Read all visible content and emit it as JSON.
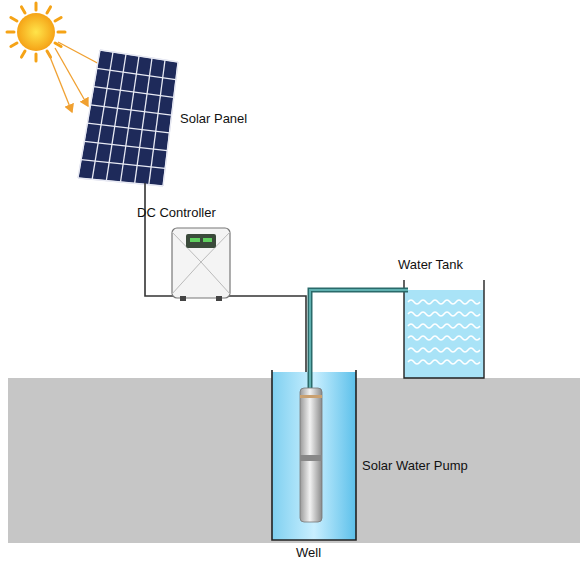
{
  "diagram": {
    "labels": [
      "Solar Panel",
      "DC Controller",
      "Water Tank",
      "Solar Water Pump",
      "Well"
    ]
  }
}
